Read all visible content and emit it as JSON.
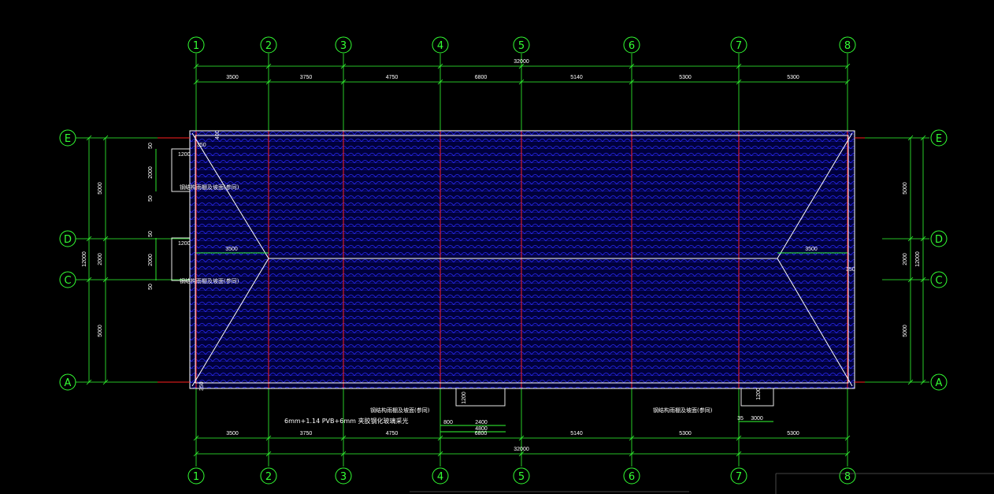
{
  "drawing": {
    "grid_columns": [
      "1",
      "2",
      "3",
      "4",
      "5",
      "6",
      "7",
      "8"
    ],
    "grid_rows": [
      "E",
      "D",
      "C",
      "A"
    ],
    "top_spans": [
      "3500",
      "3750",
      "4750",
      "6800",
      "5140",
      "5300",
      "5300"
    ],
    "top_total": "32000",
    "bottom_spans": [
      "3500",
      "3750",
      "4750",
      "6800",
      "5140",
      "5300",
      "5300"
    ],
    "bottom_total": "32000",
    "left_side_spans": [
      "5000",
      "2000",
      "5000"
    ],
    "left_side_total": "12000",
    "right_side_spans": [
      "5000",
      "2000",
      "5000"
    ],
    "right_side_total": "12000",
    "roof_ridge_offset_left": "3500",
    "roof_ridge_offset_right": "3500",
    "eave_overhang": "350",
    "overhang_small": "400",
    "canopy_dims": {
      "left_upper_width": "1200",
      "left_upper_depth": "2000",
      "left_lower_width": "1200",
      "left_lower_depth": "2000",
      "edge_50": "50",
      "bottom_canopy_depth": "1200",
      "bottom_left_800": "800",
      "bottom_left_2400": "2400",
      "bottom_left_4800": "4800",
      "bottom_right_3000": "3000",
      "bottom_right_35": "35"
    },
    "notes": {
      "canopy_upper_left": "钢结构雨棚及坡面(参同)",
      "canopy_lower_left": "钢结构雨棚及坡面(参同)",
      "canopy_bottom_center": "钢结构雨棚及坡面(参同)",
      "canopy_bottom_right": "钢结构雨棚及坡面(参同)",
      "glass_spec": "6mm+1.14 PVB+6mm 夹胶钢化玻璃采光",
      "glass_spec_suffix": "夹胶钢化玻璃采光"
    },
    "colors": {
      "grid_line": "#33ff33",
      "column_axis": "#ff2020",
      "roof_fill": "#000040",
      "tile_line": "#2a2aff",
      "outline": "#ffffff",
      "bubble": "#33ff33"
    }
  }
}
